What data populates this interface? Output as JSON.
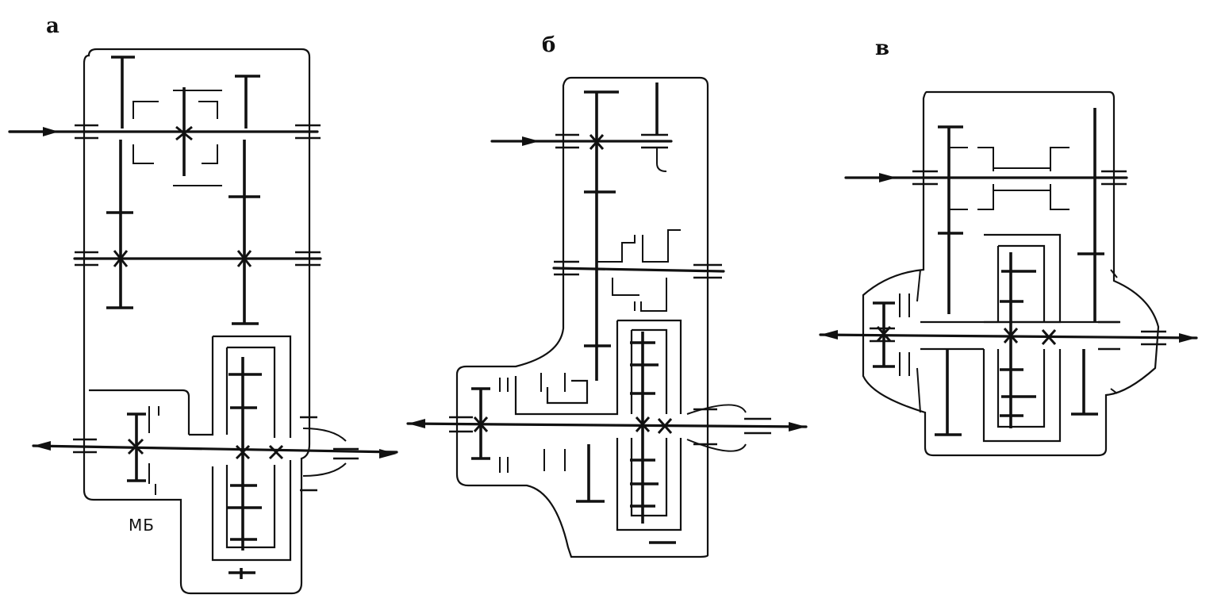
{
  "figure": {
    "panels": [
      {
        "id": "a",
        "label": "а"
      },
      {
        "id": "b",
        "label": "б"
      },
      {
        "id": "v",
        "label": "в"
      }
    ],
    "annotations": [
      {
        "panel": "a",
        "text": "МБ"
      }
    ]
  }
}
